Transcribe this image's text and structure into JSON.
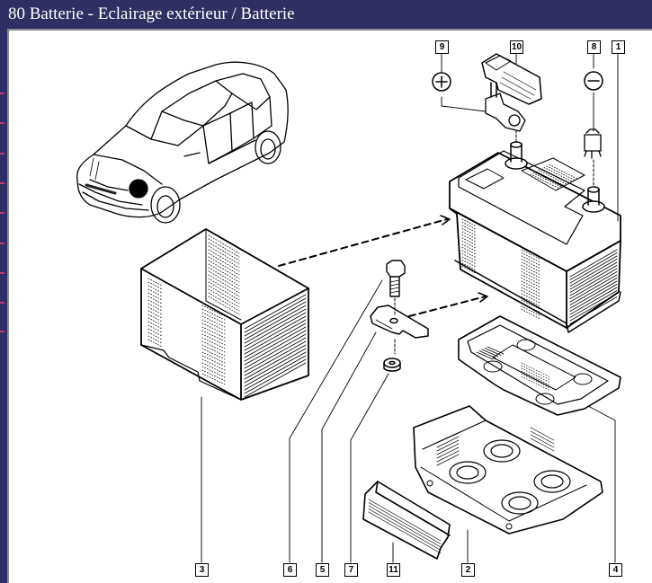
{
  "window": {
    "title": "80 Batterie - Eclairage extérieur / Batterie",
    "background_color": "#2f2f63",
    "accent_tick_color": "#c0396b"
  },
  "diagram": {
    "description": "Exploded parts view: battery, battery tray, insulating box, clamp, terminals",
    "symbols": {
      "positive_terminal": "+",
      "negative_terminal": "−"
    },
    "callouts": [
      {
        "id": "1",
        "label": "1",
        "part": "battery"
      },
      {
        "id": "2",
        "label": "2",
        "part": "battery-tray-support"
      },
      {
        "id": "3",
        "label": "3",
        "part": "battery-insulating-box"
      },
      {
        "id": "4",
        "label": "4",
        "part": "battery-tray"
      },
      {
        "id": "5",
        "label": "5",
        "part": "hold-down-clamp"
      },
      {
        "id": "6",
        "label": "6",
        "part": "clamp-bolt"
      },
      {
        "id": "7",
        "label": "7",
        "part": "washer"
      },
      {
        "id": "8",
        "label": "8",
        "part": "negative-terminal-clamp"
      },
      {
        "id": "9",
        "label": "9",
        "part": "positive-terminal-clamp"
      },
      {
        "id": "10",
        "label": "10",
        "part": "positive-terminal-cover"
      },
      {
        "id": "11",
        "label": "11",
        "part": "cover-strip"
      }
    ]
  }
}
